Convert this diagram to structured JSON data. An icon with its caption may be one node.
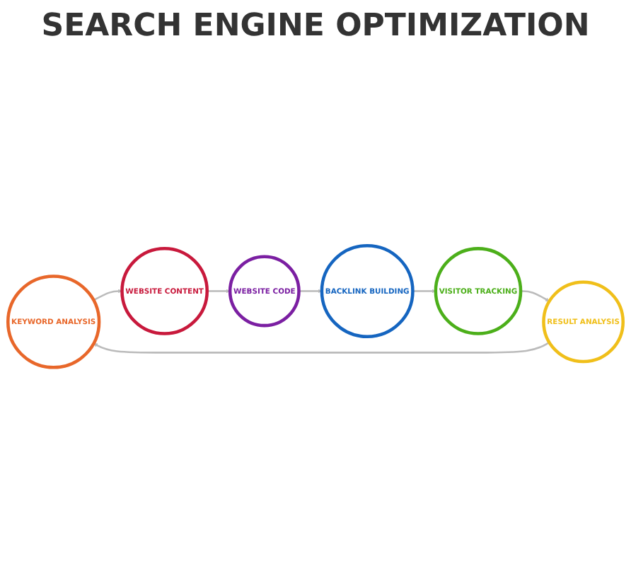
{
  "diagram": {
    "title": "SEARCH ENGINE OPTIMIZATION",
    "nodes": [
      {
        "text": [
          "KEYWORD ANALYSIS"
        ]
      },
      {
        "text": [
          "WEBSITE CONTENT"
        ]
      },
      {
        "text": [
          "WEBSITE CODE"
        ]
      },
      {
        "text": [
          "BACKLINK BUILDING"
        ]
      },
      {
        "text": [
          "VISITOR TRACKING"
        ]
      },
      {
        "text": [
          "RESULT ANALYSIS"
        ]
      }
    ],
    "edges": [
      {
        "from": 0,
        "to": 1,
        "arrow": "to"
      },
      {
        "from": 1,
        "to": 2,
        "arrow": "to"
      },
      {
        "from": 2,
        "to": 3,
        "arrow": "to"
      },
      {
        "from": 3,
        "to": 4,
        "arrow": "to"
      },
      {
        "from": 4,
        "to": 5,
        "arrow": "to"
      },
      {
        "from": 5,
        "to": 0,
        "arrow": "to"
      }
    ]
  }
}
